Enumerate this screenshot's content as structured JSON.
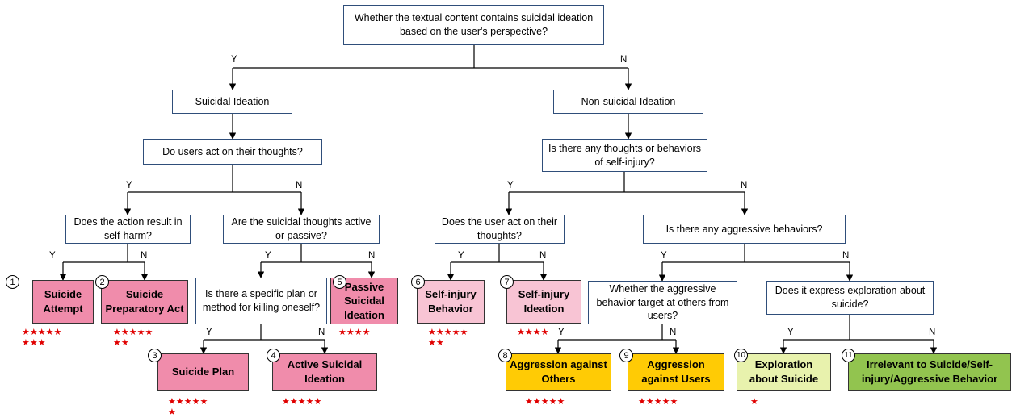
{
  "colors": {
    "red_dark": "#f08cab",
    "pink_light": "#f8c4d4",
    "yellow": "#ffcb05",
    "lime_light": "#e8f2ad",
    "green": "#92c44f",
    "star": "#e00000",
    "line": "#000000"
  },
  "questions": {
    "root": "Whether the textual content contains suicidal ideation based on the user's perspective?",
    "suicidal": "Suicidal Ideation",
    "nonsuicidal": "Non-suicidal Ideation",
    "act_thoughts": "Do users act on their thoughts?",
    "self_injury_thoughts": "Is there any thoughts or behaviors of self-injury?",
    "self_harm": "Does the action result in self-harm?",
    "active_passive": "Are the suicidal thoughts active or passive?",
    "user_act": "Does the user act on their thoughts?",
    "aggressive": "Is there any aggressive behaviors?",
    "specific_plan": "Is there a specific plan or method for killing oneself?",
    "aggr_target": "Whether the aggressive behavior target at others from users?",
    "exploration": "Does it express exploration about suicide?"
  },
  "leaves": [
    {
      "num": "1",
      "label": "Suicide Attempt",
      "stars": "★★★★★\n★★★"
    },
    {
      "num": "2",
      "label": "Suicide Preparatory Act",
      "stars": "★★★★★\n★★"
    },
    {
      "num": "3",
      "label": "Suicide Plan",
      "stars": "★★★★★\n★"
    },
    {
      "num": "4",
      "label": "Active Suicidal Ideation",
      "stars": "★★★★★"
    },
    {
      "num": "5",
      "label": "Passive Suicidal Ideation",
      "stars": "★★★★"
    },
    {
      "num": "6",
      "label": "Self-injury Behavior",
      "stars": "★★★★★\n★★"
    },
    {
      "num": "7",
      "label": "Self-injury Ideation",
      "stars": "★★★★"
    },
    {
      "num": "8",
      "label": "Aggression against Others",
      "stars": "★★★★★"
    },
    {
      "num": "9",
      "label": "Aggression against Users",
      "stars": "★★★★★"
    },
    {
      "num": "10",
      "label": "Exploration about Suicide",
      "stars": "★"
    },
    {
      "num": "11",
      "label": "Irrelevant to Suicide/Self-injury/Aggressive Behavior",
      "stars": ""
    }
  ],
  "edge_labels": {
    "yes": "Y",
    "no": "N"
  }
}
